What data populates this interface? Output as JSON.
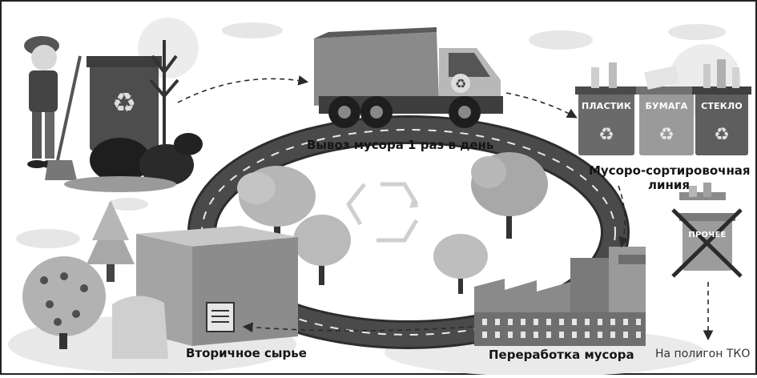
{
  "labels": {
    "collection": "Вывоз мусора 1 раз в день",
    "sorting_line_1": "Мусоро-сортировочная",
    "sorting_line_2": "линия",
    "processing": "Переработка мусора",
    "secondary": "Вторичное сырье",
    "landfill": "На полигон ТКО"
  },
  "bins": {
    "plastic": "ПЛАСТИК",
    "paper": "БУМАГА",
    "glass": "СТЕКЛО",
    "other": "ПРОЧЕЕ"
  },
  "icons": {
    "recycle_symbol": "recycle-icon",
    "truck": "garbage-truck-icon",
    "factory": "factory-icon",
    "box": "cardboard-box-icon",
    "sweeper": "boy-sweeping-icon"
  },
  "colors": {
    "road": "#4a4a4a",
    "road_border": "#2d2d2d",
    "tree_crown": "#b0b0b0",
    "trunk": "#333333",
    "bin_plastic": "#6a6a6a",
    "bin_paper": "#9a9a9a",
    "bin_glass": "#5e5e5e",
    "factory": "#8a8a8a"
  }
}
